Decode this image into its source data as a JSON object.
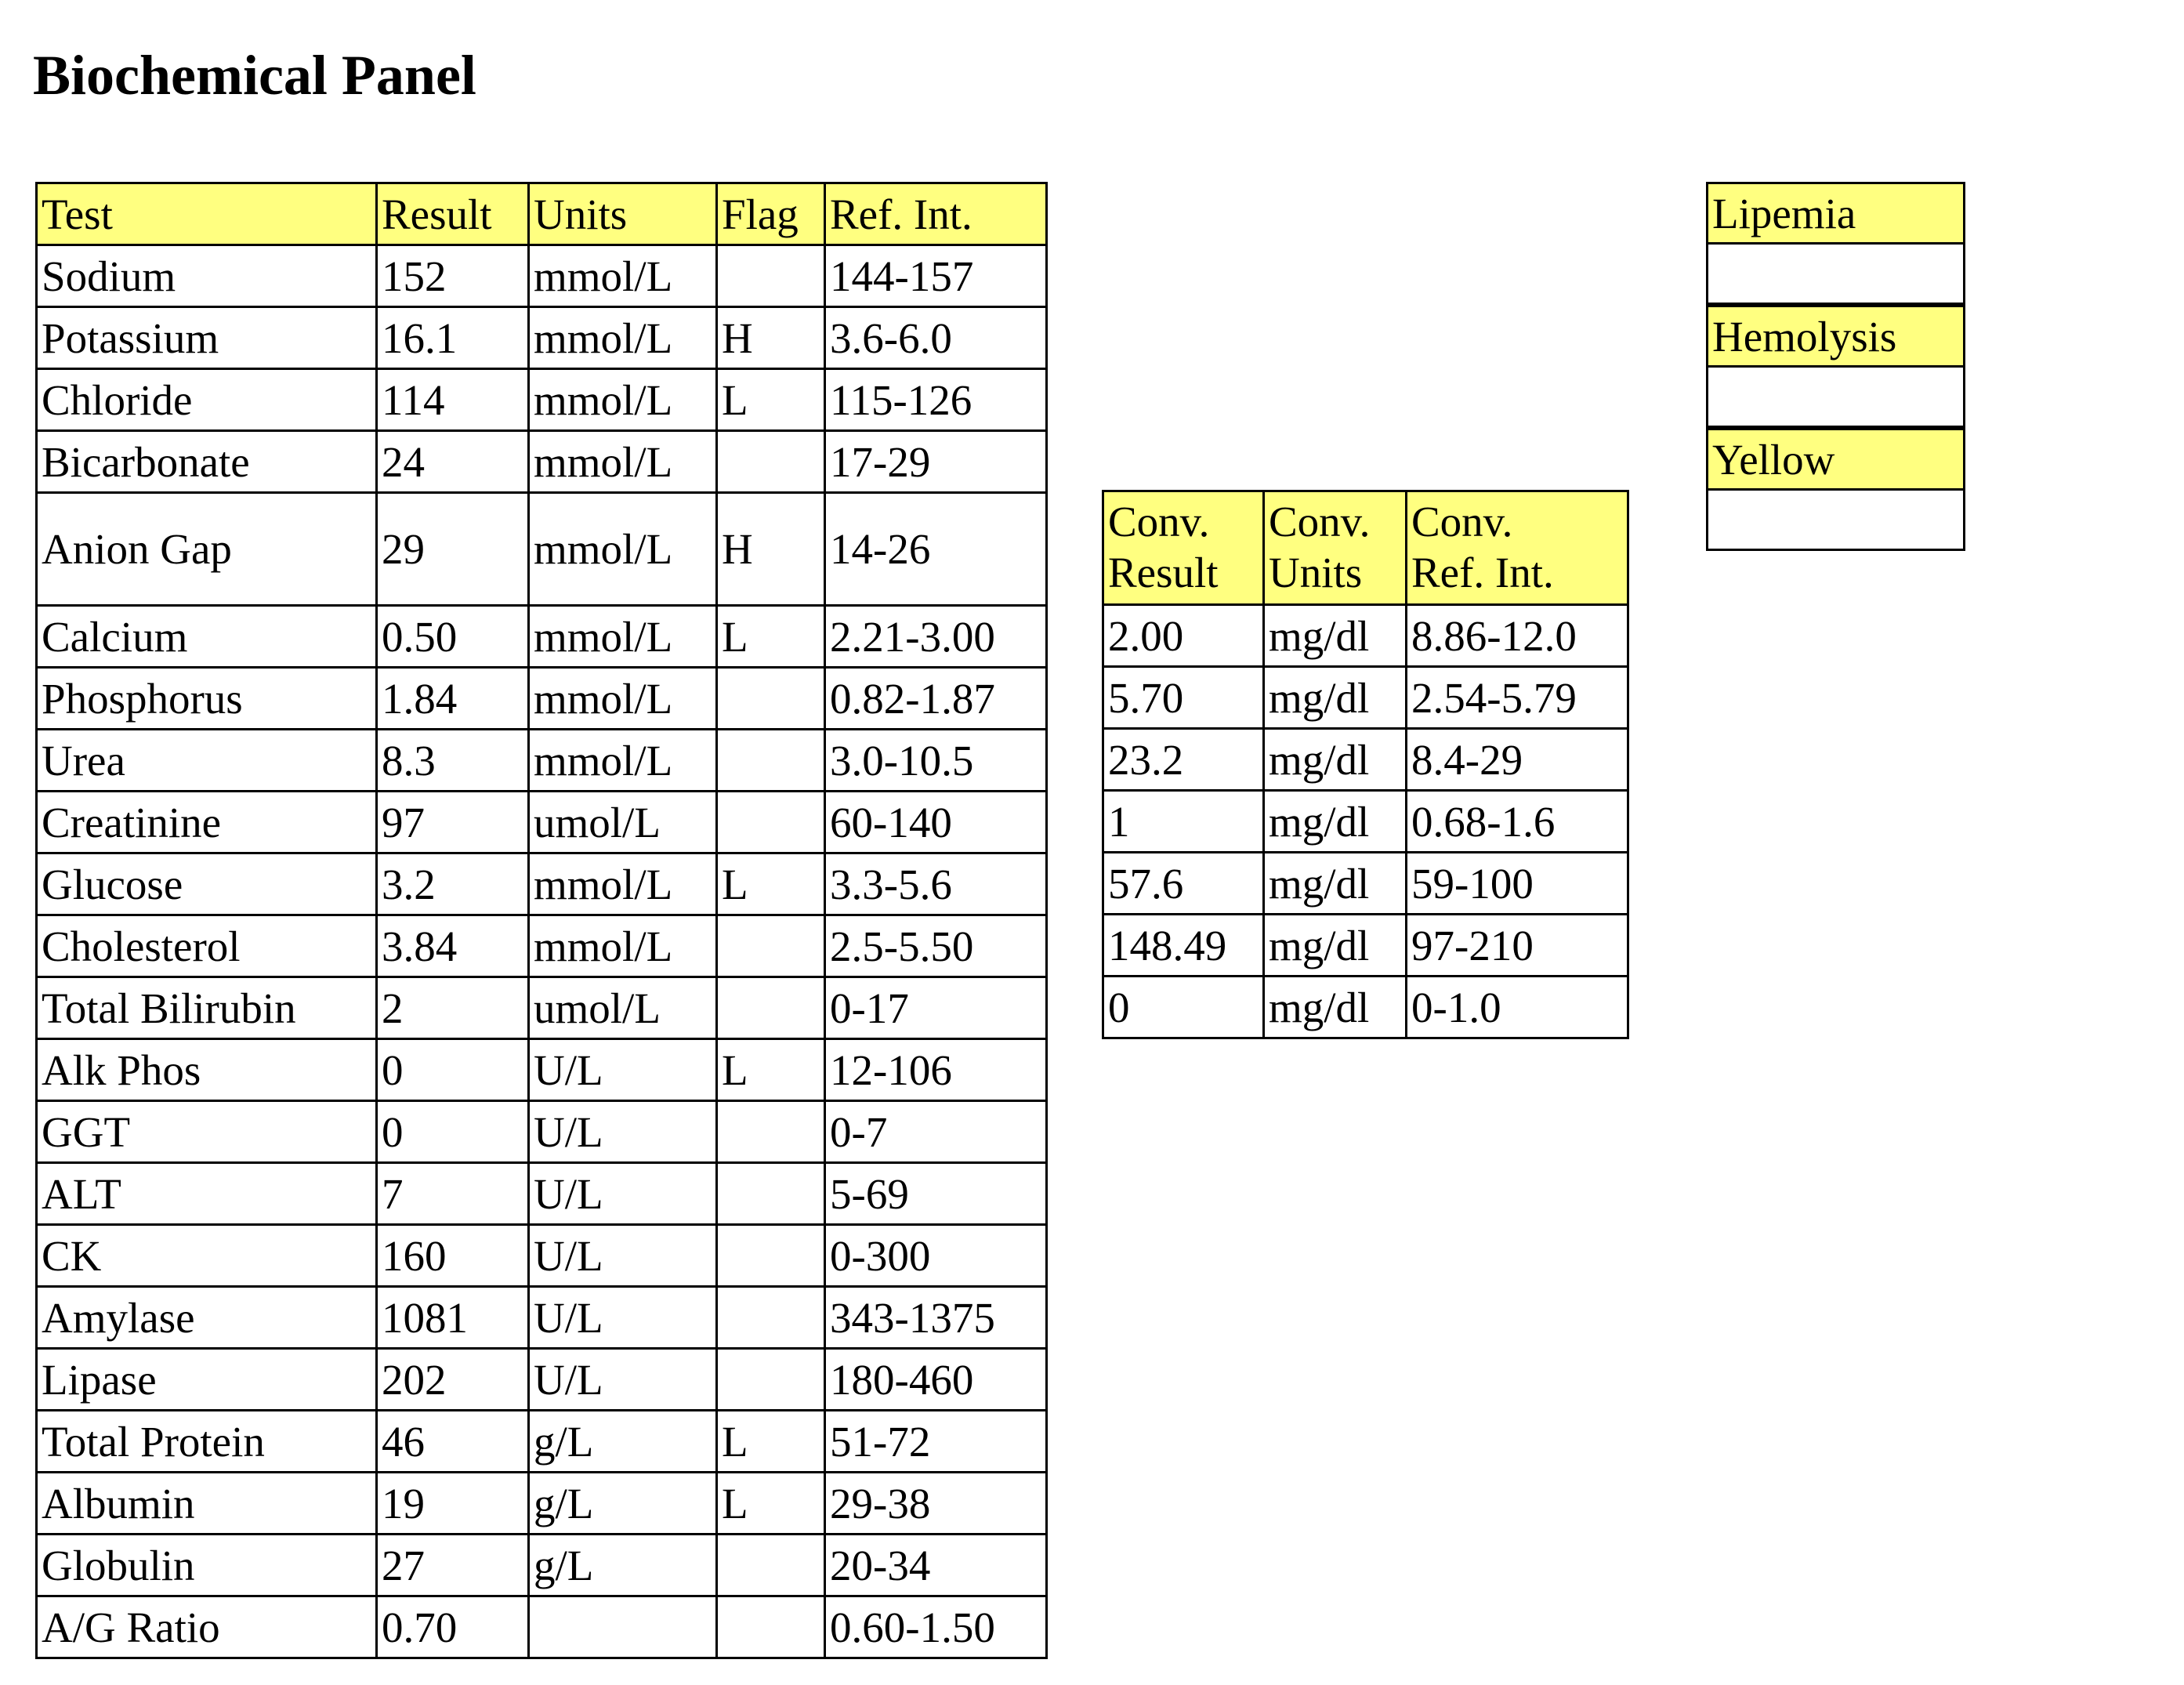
{
  "title": "Biochemical Panel",
  "main_table": {
    "headers": [
      "Test",
      "Result",
      "Units",
      "Flag",
      "Ref. Int."
    ],
    "rows": [
      {
        "test": "Sodium",
        "result": "152",
        "units": "mmol/L",
        "flag": "",
        "ref": "144-157"
      },
      {
        "test": "Potassium",
        "result": "16.1",
        "units": "mmol/L",
        "flag": "H",
        "ref": "3.6-6.0"
      },
      {
        "test": "Chloride",
        "result": "114",
        "units": "mmol/L",
        "flag": "L",
        "ref": "115-126"
      },
      {
        "test": "Bicarbonate",
        "result": "24",
        "units": "mmol/L",
        "flag": "",
        "ref": "17-29"
      },
      {
        "test": "Anion Gap",
        "result": "29",
        "units": "mmol/L",
        "flag": "H",
        "ref": "14-26"
      },
      {
        "test": "Calcium",
        "result": "0.50",
        "units": "mmol/L",
        "flag": "L",
        "ref": "2.21-3.00"
      },
      {
        "test": "Phosphorus",
        "result": "1.84",
        "units": "mmol/L",
        "flag": "",
        "ref": "0.82-1.87"
      },
      {
        "test": "Urea",
        "result": "8.3",
        "units": "mmol/L",
        "flag": "",
        "ref": "3.0-10.5"
      },
      {
        "test": "Creatinine",
        "result": "97",
        "units": "umol/L",
        "flag": "",
        "ref": "60-140"
      },
      {
        "test": "Glucose",
        "result": "3.2",
        "units": "mmol/L",
        "flag": "L",
        "ref": "3.3-5.6"
      },
      {
        "test": "Cholesterol",
        "result": "3.84",
        "units": "mmol/L",
        "flag": "",
        "ref": "2.5-5.50"
      },
      {
        "test": "Total Bilirubin",
        "result": "2",
        "units": "umol/L",
        "flag": "",
        "ref": "0-17"
      },
      {
        "test": "Alk Phos",
        "result": "0",
        "units": "U/L",
        "flag": "L",
        "ref": "12-106"
      },
      {
        "test": "GGT",
        "result": "0",
        "units": "U/L",
        "flag": "",
        "ref": "0-7"
      },
      {
        "test": "ALT",
        "result": "7",
        "units": "U/L",
        "flag": "",
        "ref": "5-69"
      },
      {
        "test": "CK",
        "result": "160",
        "units": "U/L",
        "flag": "",
        "ref": "0-300"
      },
      {
        "test": "Amylase",
        "result": "1081",
        "units": "U/L",
        "flag": "",
        "ref": "343-1375"
      },
      {
        "test": "Lipase",
        "result": "202",
        "units": "U/L",
        "flag": "",
        "ref": "180-460"
      },
      {
        "test": "Total Protein",
        "result": "46",
        "units": "g/L",
        "flag": "L",
        "ref": "51-72"
      },
      {
        "test": "Albumin",
        "result": "19",
        "units": "g/L",
        "flag": "L",
        "ref": "29-38"
      },
      {
        "test": "Globulin",
        "result": "27",
        "units": "g/L",
        "flag": "",
        "ref": "20-34"
      },
      {
        "test": "A/G Ratio",
        "result": "0.70",
        "units": "",
        "flag": "",
        "ref": "0.60-1.50"
      }
    ]
  },
  "conv_table": {
    "headers": [
      {
        "line1": "Conv.",
        "line2": "Result"
      },
      {
        "line1": "Conv.",
        "line2": "Units"
      },
      {
        "line1": "Conv.",
        "line2": "Ref. Int."
      }
    ],
    "rows": [
      {
        "result": "2.00",
        "units": "mg/dl",
        "ref": "8.86-12.0"
      },
      {
        "result": "5.70",
        "units": "mg/dl",
        "ref": "2.54-5.79"
      },
      {
        "result": "23.2",
        "units": "mg/dl",
        "ref": "8.4-29"
      },
      {
        "result": "1",
        "units": "mg/dl",
        "ref": "0.68-1.6"
      },
      {
        "result": "57.6",
        "units": "mg/dl",
        "ref": "59-100"
      },
      {
        "result": "148.49",
        "units": "mg/dl",
        "ref": "97-210"
      },
      {
        "result": "0",
        "units": "mg/dl",
        "ref": "0-1.0"
      }
    ]
  },
  "sample_quality": [
    {
      "label": "Lipemia",
      "value": ""
    },
    {
      "label": "Hemolysis",
      "value": ""
    },
    {
      "label": "Yellow",
      "value": ""
    }
  ],
  "colors": {
    "header_fill": "#ffff80",
    "border": "#000000"
  }
}
